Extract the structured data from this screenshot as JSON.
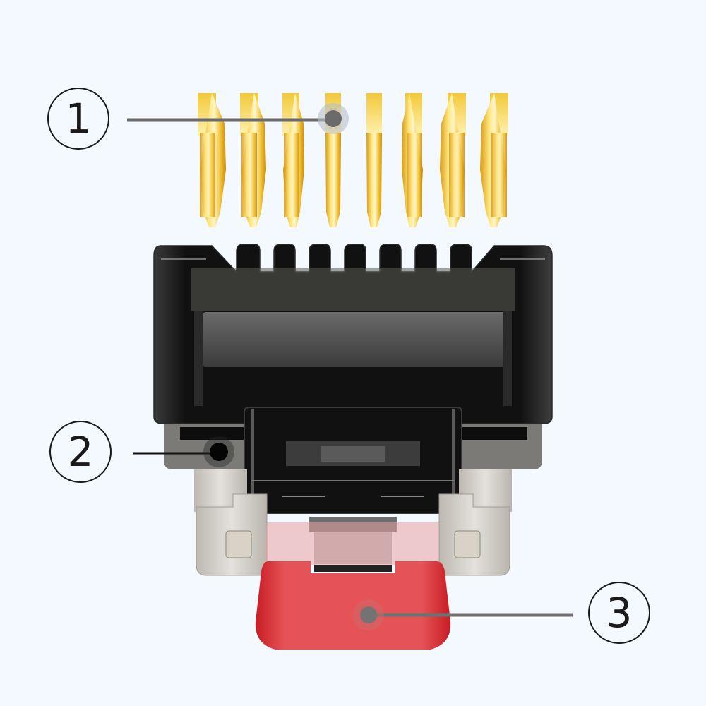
{
  "diagram": {
    "subject": "RJ45 connector exploded front view",
    "background_color": "#f3f9fe",
    "callouts": [
      {
        "number": "1",
        "target": "gold contact pins",
        "line_color": "#6b6b6b"
      },
      {
        "number": "2",
        "target": "transparent housing",
        "line_color": "#111111"
      },
      {
        "number": "3",
        "target": "red release latch",
        "line_color": "#707070"
      }
    ],
    "pin_count": 8,
    "colors": {
      "pin_gold": "#e8b52a",
      "pin_highlight": "#fff4b0",
      "housing_dark": "#0d0d0d",
      "housing_gray": "#5a5a5a",
      "shield_metal": "#c9c6c0",
      "latch_red": "#e0464a"
    }
  }
}
